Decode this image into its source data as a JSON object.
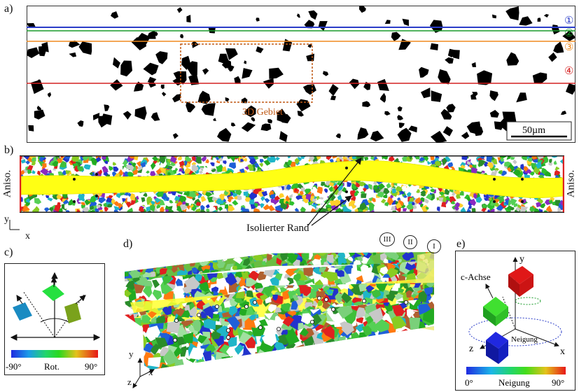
{
  "panels": {
    "a": {
      "label": "a)",
      "markers": [
        "①",
        "②",
        "③",
        "④"
      ],
      "marker_colors": [
        "#2a3cc8",
        "#1a9a2a",
        "#f08a1e",
        "#d42020"
      ],
      "region_label": "3D Gebiet",
      "region_color": "#c05a17",
      "scalebar": "50µm"
    },
    "b": {
      "label": "b)",
      "side_left": "Aniso.",
      "side_right": "Aniso.",
      "boundary_label": "Isolierter Rand",
      "axis_y": "y",
      "axis_x": "x"
    },
    "c": {
      "label": "c)",
      "colorbar_min": "-90°",
      "colorbar_mid": "Rot.",
      "colorbar_max": "90°"
    },
    "d": {
      "label": "d)",
      "markers": [
        "III",
        "II",
        "I"
      ],
      "axis_y": "y",
      "axis_z": "z",
      "axis_x": "x"
    },
    "e": {
      "label": "e)",
      "axis_y": "y",
      "axis_z": "z",
      "axis_x": "x",
      "c_axis_label": "c-Achse",
      "tilt_label": "Neigung",
      "colorbar_min": "0°",
      "colorbar_mid": "Neigung",
      "colorbar_max": "90°"
    }
  }
}
